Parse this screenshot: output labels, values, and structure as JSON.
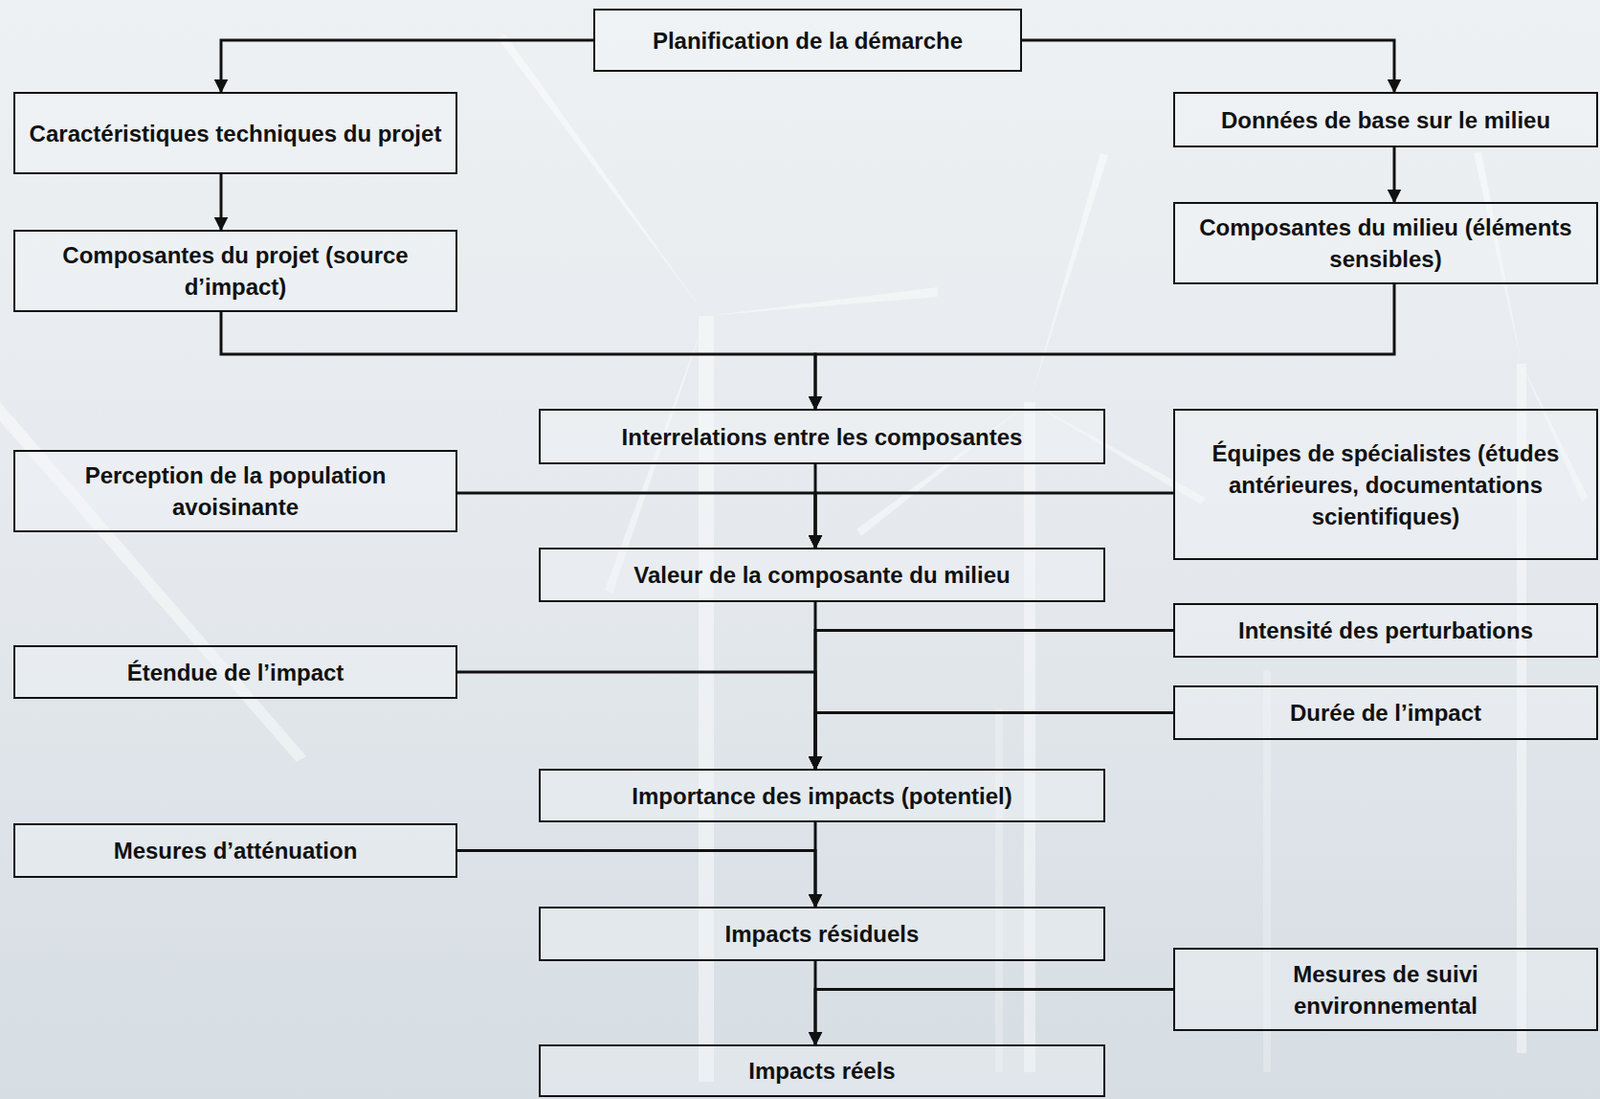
{
  "diagram": {
    "nodes": [
      {
        "text": [
          "Planification de la démarche"
        ]
      },
      {
        "text": [
          "Caractéristiques techniques du projet"
        ]
      },
      {
        "text": [
          "Données de base sur le milieu"
        ]
      },
      {
        "text": [
          "Composantes du projet (source d’impact)"
        ]
      },
      {
        "text": [
          "Composantes du milieu (éléments sensibles)"
        ]
      },
      {
        "text": [
          "Interrelations entre les composantes"
        ]
      },
      {
        "text": [
          "Perception de la population avoisinante"
        ]
      },
      {
        "text": [
          "Équipes de spécialistes (études antérieures, documentations scientifiques)"
        ]
      },
      {
        "text": [
          "Valeur de la composante du milieu"
        ]
      },
      {
        "text": [
          "Intensité des perturbations"
        ]
      },
      {
        "text": [
          "Étendue de l’impact"
        ]
      },
      {
        "text": [
          "Durée de l’impact"
        ]
      },
      {
        "text": [
          "Importance des impacts (potentiel)"
        ]
      },
      {
        "text": [
          "Mesures d’atténuation"
        ]
      },
      {
        "text": [
          "Impacts résiduels"
        ]
      },
      {
        "text": [
          "Mesures de suivi environnemental"
        ]
      },
      {
        "text": [
          "Impacts réels"
        ]
      }
    ],
    "edges": [
      {
        "from": 0,
        "to": 1,
        "arrow": "to"
      },
      {
        "from": 0,
        "to": 2,
        "arrow": "to"
      },
      {
        "from": 1,
        "to": 3,
        "arrow": "to"
      },
      {
        "from": 2,
        "to": 4,
        "arrow": "to"
      },
      {
        "from": 3,
        "to": 5,
        "arrow": "to"
      },
      {
        "from": 4,
        "to": 5,
        "arrow": "to"
      },
      {
        "from": 5,
        "to": 8,
        "arrow": "to"
      },
      {
        "from": 6,
        "to": 8,
        "arrow": "to"
      },
      {
        "from": 7,
        "to": 8,
        "arrow": "to"
      },
      {
        "from": 8,
        "to": 12,
        "arrow": "to"
      },
      {
        "from": 9,
        "to": 12,
        "arrow": "to"
      },
      {
        "from": 10,
        "to": 12,
        "arrow": "to"
      },
      {
        "from": 11,
        "to": 12,
        "arrow": "to"
      },
      {
        "from": 12,
        "to": 14,
        "arrow": "to"
      },
      {
        "from": 13,
        "to": 14,
        "arrow": "to"
      },
      {
        "from": 14,
        "to": 16,
        "arrow": "to"
      },
      {
        "from": 15,
        "to": 16,
        "arrow": "to"
      }
    ]
  }
}
